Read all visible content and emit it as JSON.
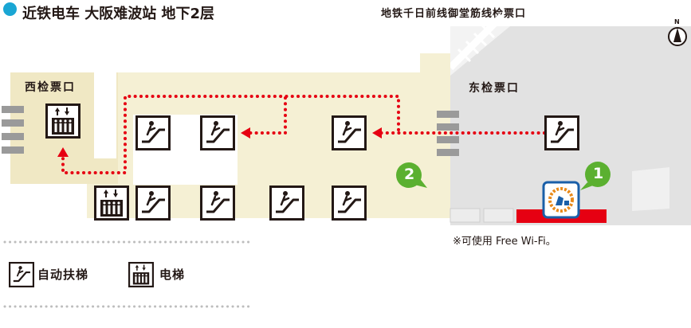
{
  "header": {
    "title": "近铁电车 大阪难波站 地下2层",
    "subway_label": "地铁千日前线御堂筋线检票口",
    "compass_label": "N"
  },
  "map": {
    "west_gate_label": "西检票口",
    "east_gate_label": "东检票口",
    "wifi_note": "※可使用 Free Wi-Fi。",
    "markers": [
      {
        "number": "1",
        "color": "#5bb030"
      },
      {
        "number": "2",
        "color": "#5bb030"
      }
    ],
    "colors": {
      "concourse": "#f5f0d4",
      "platform_gray": "#e2e2e2",
      "route_dots": "#e60012",
      "red_bar": "#e60012",
      "title_dot": "#1aa6d4"
    }
  },
  "legend": {
    "escalator_label": "自动扶梯",
    "elevator_label": "电梯",
    "escalator_icon": "escalator-icon",
    "elevator_icon": "elevator-icon"
  }
}
